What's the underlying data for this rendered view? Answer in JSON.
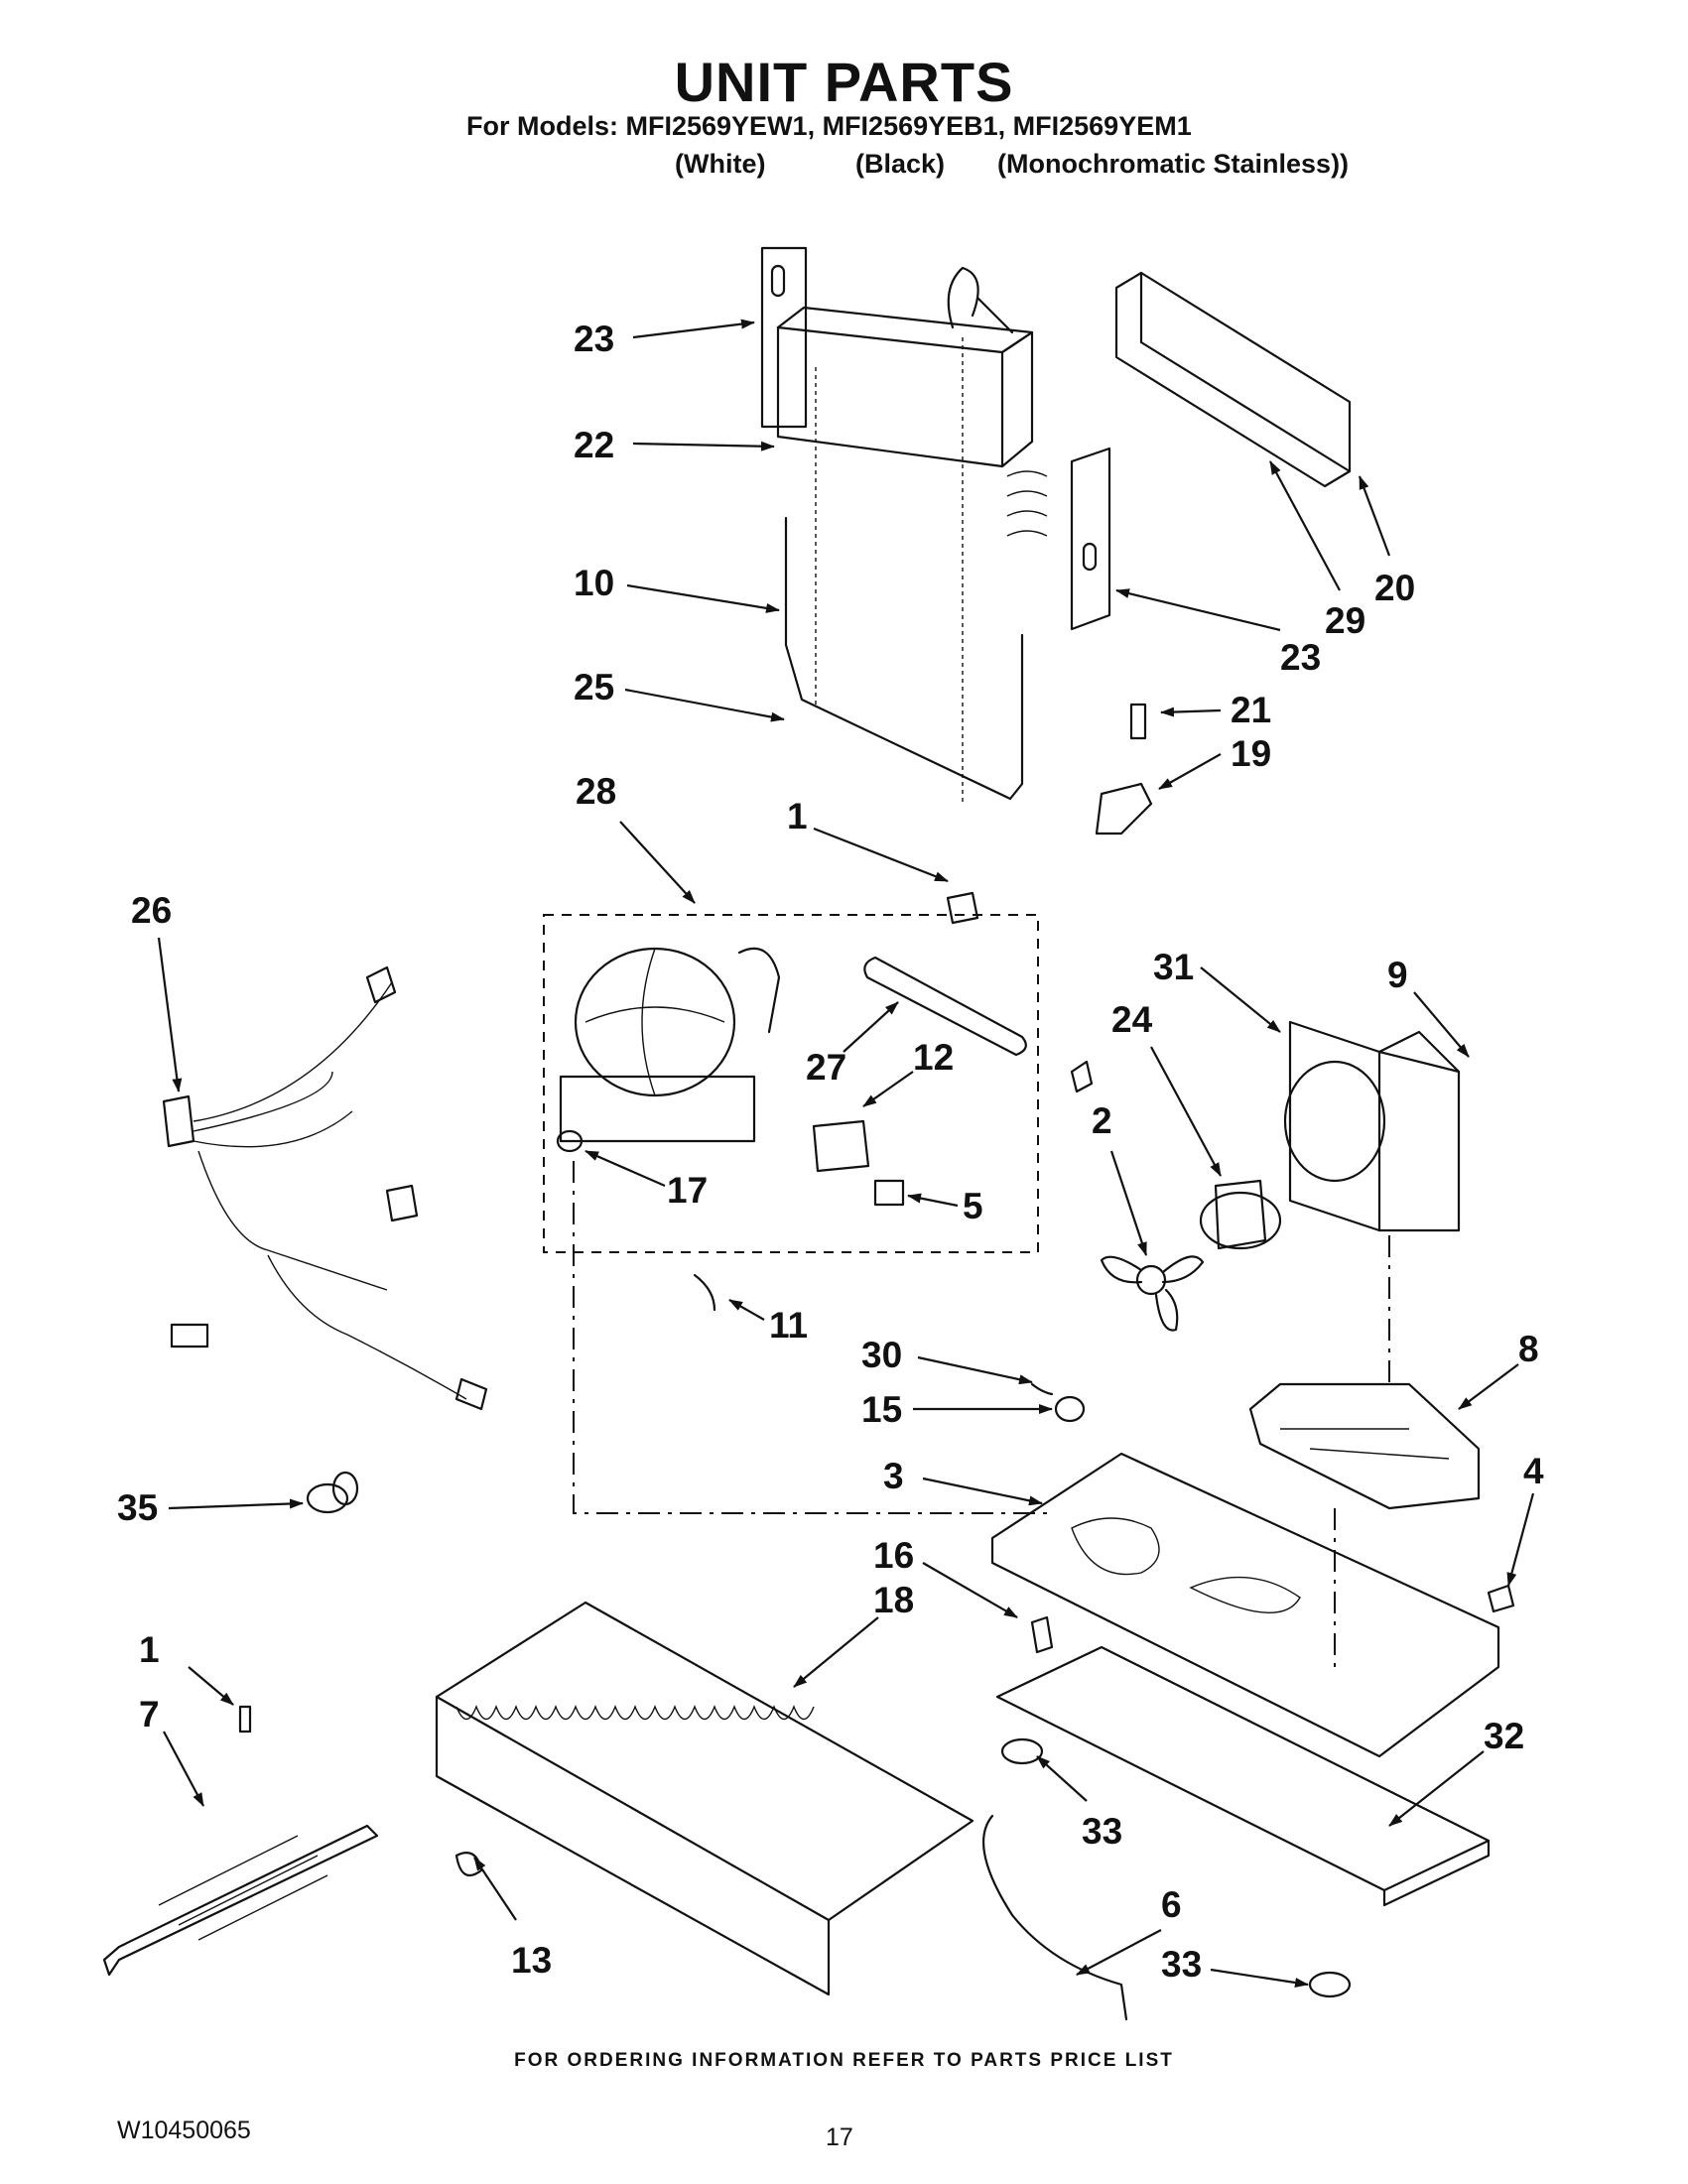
{
  "header": {
    "title": "UNIT PARTS",
    "models_line": "For Models: MFI2569YEW1, MFI2569YEB1, MFI2569YEM1",
    "variants": [
      "(White)",
      "(Black)",
      "(Monochromatic Stainless))"
    ]
  },
  "callouts": [
    {
      "id": "c23a",
      "text": "23"
    },
    {
      "id": "c22",
      "text": "22"
    },
    {
      "id": "c10",
      "text": "10"
    },
    {
      "id": "c25",
      "text": "25"
    },
    {
      "id": "c28",
      "text": "28"
    },
    {
      "id": "c1a",
      "text": "1"
    },
    {
      "id": "c20",
      "text": "20"
    },
    {
      "id": "c29",
      "text": "29"
    },
    {
      "id": "c23b",
      "text": "23"
    },
    {
      "id": "c21",
      "text": "21"
    },
    {
      "id": "c19",
      "text": "19"
    },
    {
      "id": "c26",
      "text": "26"
    },
    {
      "id": "c31",
      "text": "31"
    },
    {
      "id": "c9",
      "text": "9"
    },
    {
      "id": "c24",
      "text": "24"
    },
    {
      "id": "c2",
      "text": "2"
    },
    {
      "id": "c27",
      "text": "27"
    },
    {
      "id": "c12",
      "text": "12"
    },
    {
      "id": "c17",
      "text": "17"
    },
    {
      "id": "c5",
      "text": "5"
    },
    {
      "id": "c11",
      "text": "11"
    },
    {
      "id": "c30",
      "text": "30"
    },
    {
      "id": "c8",
      "text": "8"
    },
    {
      "id": "c15",
      "text": "15"
    },
    {
      "id": "c3",
      "text": "3"
    },
    {
      "id": "c4",
      "text": "4"
    },
    {
      "id": "c35",
      "text": "35"
    },
    {
      "id": "c16",
      "text": "16"
    },
    {
      "id": "c18",
      "text": "18"
    },
    {
      "id": "c1b",
      "text": "1"
    },
    {
      "id": "c7",
      "text": "7"
    },
    {
      "id": "c32",
      "text": "32"
    },
    {
      "id": "c33a",
      "text": "33"
    },
    {
      "id": "c6",
      "text": "6"
    },
    {
      "id": "c13",
      "text": "13"
    },
    {
      "id": "c33b",
      "text": "33"
    }
  ],
  "footer": {
    "ordering_note": "FOR ORDERING INFORMATION REFER TO PARTS PRICE LIST",
    "document_number": "W10450065",
    "page_number": "17"
  }
}
